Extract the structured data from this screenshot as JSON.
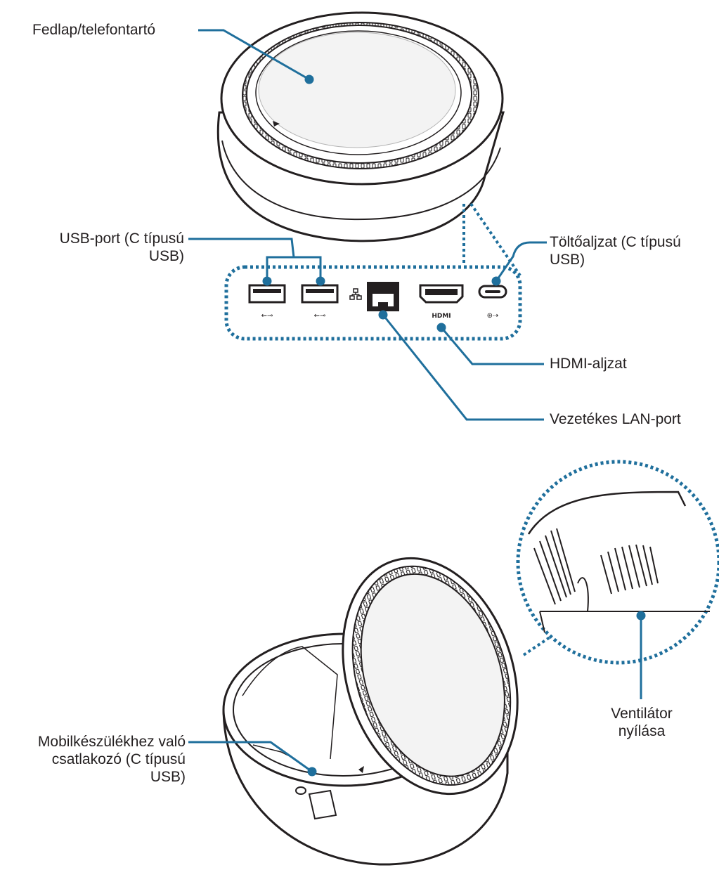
{
  "callouts": {
    "cover": {
      "lines": [
        "Fedlap/telefontartó"
      ]
    },
    "usb_port": {
      "lines": [
        "USB-port (C típusú",
        "USB)"
      ]
    },
    "charger": {
      "lines": [
        "Töltőaljzat (C típusú",
        "USB)"
      ]
    },
    "hdmi": {
      "lines": [
        "HDMI-aljzat"
      ]
    },
    "lan": {
      "lines": [
        "Vezetékes LAN-port"
      ]
    },
    "connector": {
      "lines": [
        "Mobilkészülékhez való",
        "csatlakozó (C típusú",
        "USB)"
      ]
    },
    "fan": {
      "lines": [
        "Ventilátor",
        "nyílása"
      ]
    }
  },
  "port_glyphs": {
    "usb1": "usb-symbol-icon",
    "usb2": "usb-symbol-icon",
    "lan": "network-icon",
    "hdmi_text": "HDMI",
    "charge": "charging-usb-icon"
  },
  "colors": {
    "leader": "#1f6f9c",
    "dotted": "#1f6f9c",
    "outline": "#231f20"
  }
}
